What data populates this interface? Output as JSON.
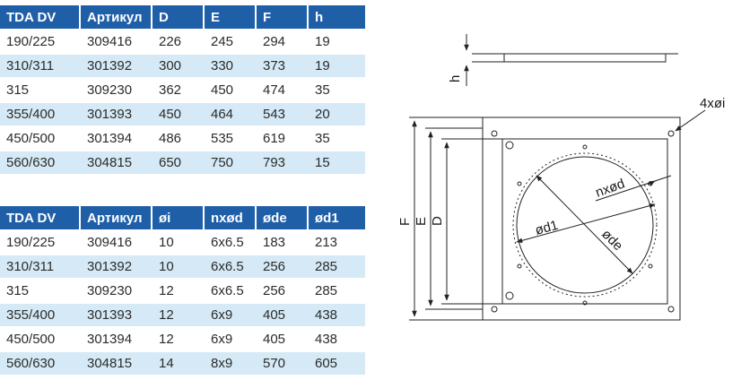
{
  "table1": {
    "headers": [
      "TDA DV",
      "Артикул",
      "D",
      "E",
      "F",
      "h"
    ],
    "rows": [
      [
        "190/225",
        "309416",
        "226",
        "245",
        "294",
        "19"
      ],
      [
        "310/311",
        "301392",
        "300",
        "330",
        "373",
        "19"
      ],
      [
        "315",
        "309230",
        "362",
        "450",
        "474",
        "35"
      ],
      [
        "355/400",
        "301393",
        "450",
        "464",
        "543",
        "20"
      ],
      [
        "450/500",
        "301394",
        "486",
        "535",
        "619",
        "35"
      ],
      [
        "560/630",
        "304815",
        "650",
        "750",
        "793",
        "15"
      ]
    ]
  },
  "table2": {
    "headers": [
      "TDA DV",
      "Артикул",
      "øi",
      "nxød",
      "øde",
      "ød1"
    ],
    "rows": [
      [
        "190/225",
        "309416",
        "10",
        "6x6.5",
        "183",
        "213"
      ],
      [
        "310/311",
        "301392",
        "10",
        "6x6.5",
        "256",
        "285"
      ],
      [
        "315",
        "309230",
        "12",
        "6x6.5",
        "256",
        "285"
      ],
      [
        "355/400",
        "301393",
        "12",
        "6x9",
        "405",
        "438"
      ],
      [
        "450/500",
        "301394",
        "12",
        "6x9",
        "405",
        "438"
      ],
      [
        "560/630",
        "304815",
        "14",
        "8x9",
        "570",
        "605"
      ]
    ]
  },
  "drawing": {
    "label_h": "h",
    "label_holes": "4xøi",
    "label_nxod": "nxød",
    "label_od1": "ød1",
    "label_ode": "øde",
    "label_F": "F",
    "label_E": "E",
    "label_D": "D"
  }
}
